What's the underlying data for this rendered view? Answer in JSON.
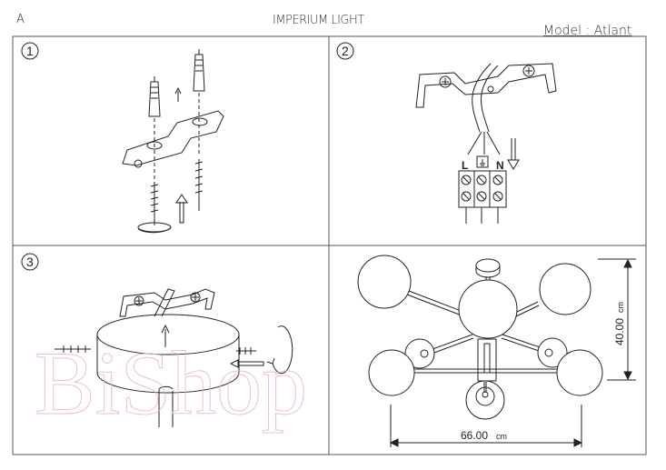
{
  "header": {
    "corner_label": "A",
    "brand": "IMPERIUM LIGHT",
    "model": "Model : Atlant"
  },
  "steps": [
    {
      "number": "1"
    },
    {
      "number": "2"
    },
    {
      "number": "3"
    }
  ],
  "wiring": {
    "live": "L",
    "earth_symbol": "⏚",
    "neutral": "N"
  },
  "dimensions": {
    "height_value": "40.00",
    "height_unit": "cm",
    "width_value": "66.00",
    "width_unit": "cm"
  },
  "watermark": "BiShop",
  "colors": {
    "line": "#222222",
    "watermark": "#e8b4b4"
  }
}
